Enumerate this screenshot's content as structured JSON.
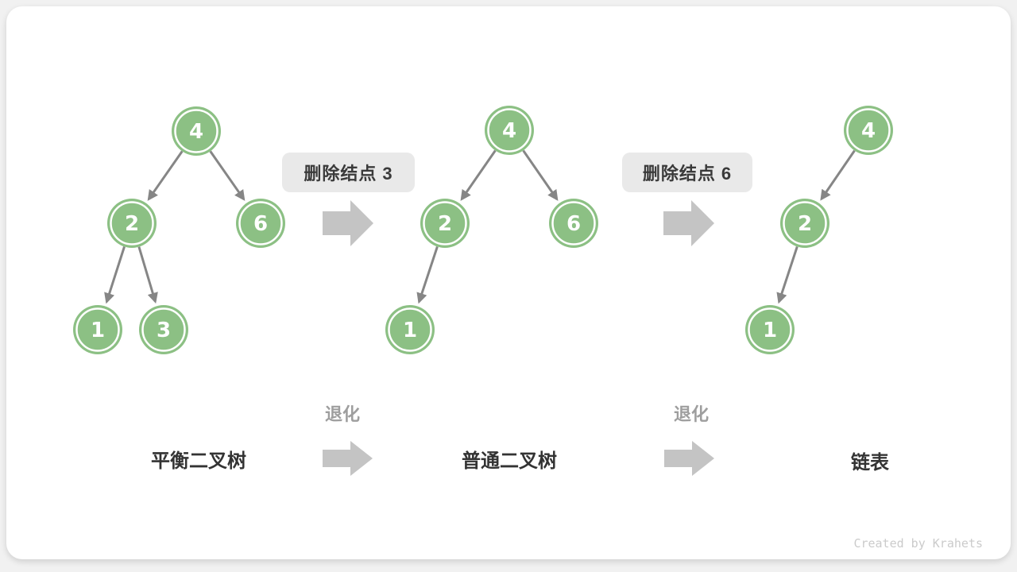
{
  "diagram": {
    "stages": [
      {
        "title": "平衡二叉树",
        "nodes": [
          {
            "value": "4"
          },
          {
            "value": "2"
          },
          {
            "value": "6"
          },
          {
            "value": "1"
          },
          {
            "value": "3"
          }
        ]
      },
      {
        "title": "普通二叉树",
        "nodes": [
          {
            "value": "4"
          },
          {
            "value": "2"
          },
          {
            "value": "6"
          },
          {
            "value": "1"
          }
        ]
      },
      {
        "title": "链表",
        "nodes": [
          {
            "value": "4"
          },
          {
            "value": "2"
          },
          {
            "value": "1"
          }
        ]
      }
    ],
    "transitions": [
      {
        "action_label": "删除结点 3",
        "degrade_label": "退化"
      },
      {
        "action_label": "删除结点 6",
        "degrade_label": "退化"
      }
    ],
    "watermark": "Created by Krahets"
  },
  "colors": {
    "page_background": "#f1f1f1",
    "card_background": "#ffffff",
    "node_fill": "#8cc084",
    "node_ring": "#ffffff",
    "node_text": "#ffffff",
    "edge": "#868686",
    "block_arrow": "#c4c4c4",
    "action_box_background": "#e9e9e9",
    "action_box_text": "#3a3a3a",
    "degrade_text": "#9e9e9e",
    "stage_title_text": "#333333",
    "watermark_text": "#cbcbcb"
  }
}
